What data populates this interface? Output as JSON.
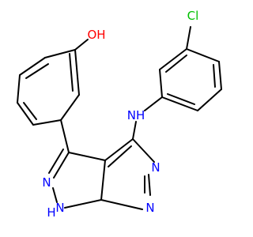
{
  "molecule": {
    "colors": {
      "bond": "#000000",
      "carbon": "#000000",
      "nitrogen": "#0000ff",
      "oxygen": "#ff0000",
      "chlorine": "#00c000"
    },
    "atoms": {
      "oh": {
        "text": "OH",
        "element": "oxygen"
      },
      "cl": {
        "text": "Cl",
        "element": "chlorine"
      },
      "nh_amine": {
        "text": "NH",
        "element": "nitrogen"
      },
      "n_pyrimidine_top": {
        "text": "N",
        "element": "nitrogen"
      },
      "n_pyrimidine_bottom": {
        "text": "N",
        "element": "nitrogen"
      },
      "n_pyrazole": {
        "text": "N",
        "element": "nitrogen"
      },
      "nh_pyrazole": {
        "text": "N",
        "element": "nitrogen"
      },
      "nh_pyrazole_h": {
        "text": "H",
        "element": "nitrogen"
      }
    }
  }
}
